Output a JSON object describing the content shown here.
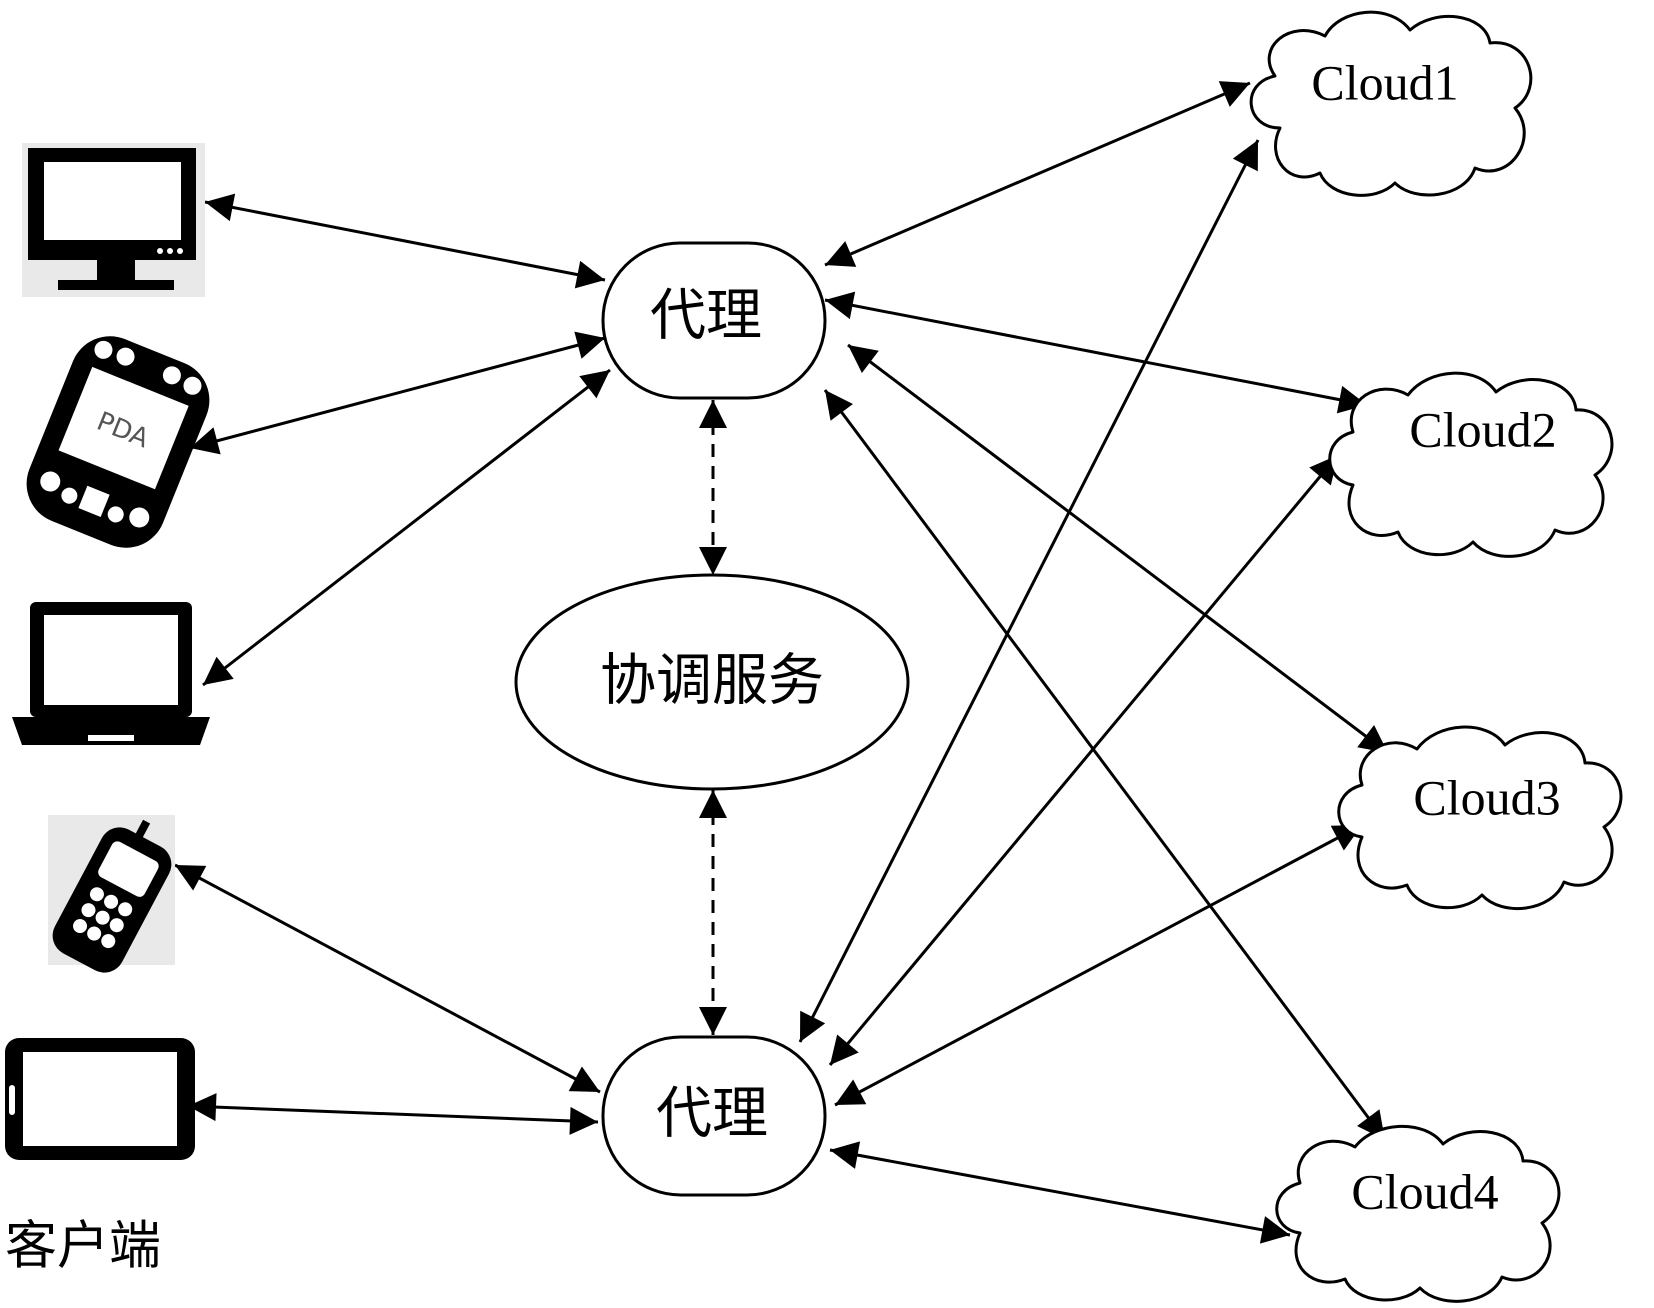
{
  "diagram": {
    "clients_label": "客户端",
    "proxy_top_label": "代理",
    "proxy_bottom_label": "代理",
    "coord_label": "协调服务",
    "pda_text": "PDA",
    "clouds": [
      "Cloud1",
      "Cloud2",
      "Cloud3",
      "Cloud4"
    ],
    "client_devices": [
      {
        "name": "desktop-monitor",
        "icon": "monitor-icon"
      },
      {
        "name": "pda-device",
        "icon": "pda-icon"
      },
      {
        "name": "laptop",
        "icon": "laptop-icon"
      },
      {
        "name": "mobile-phone",
        "icon": "mobile-phone-icon"
      },
      {
        "name": "tablet",
        "icon": "tablet-icon"
      }
    ],
    "connections": [
      {
        "from": "desktop-monitor",
        "to": "proxy-top",
        "style": "solid",
        "arrows": "both"
      },
      {
        "from": "pda-device",
        "to": "proxy-top",
        "style": "solid",
        "arrows": "both"
      },
      {
        "from": "laptop",
        "to": "proxy-top",
        "style": "solid",
        "arrows": "both"
      },
      {
        "from": "mobile-phone",
        "to": "proxy-bottom",
        "style": "solid",
        "arrows": "both"
      },
      {
        "from": "tablet",
        "to": "proxy-bottom",
        "style": "solid",
        "arrows": "both"
      },
      {
        "from": "proxy-top",
        "to": "coordination-service",
        "style": "dashed",
        "arrows": "both"
      },
      {
        "from": "coordination-service",
        "to": "proxy-bottom",
        "style": "dashed",
        "arrows": "both"
      },
      {
        "from": "proxy-top",
        "to": "Cloud1",
        "style": "solid",
        "arrows": "both"
      },
      {
        "from": "proxy-top",
        "to": "Cloud2",
        "style": "solid",
        "arrows": "both"
      },
      {
        "from": "proxy-top",
        "to": "Cloud3",
        "style": "solid",
        "arrows": "both"
      },
      {
        "from": "proxy-top",
        "to": "Cloud4",
        "style": "solid",
        "arrows": "both"
      },
      {
        "from": "proxy-bottom",
        "to": "Cloud1",
        "style": "solid",
        "arrows": "both"
      },
      {
        "from": "proxy-bottom",
        "to": "Cloud2",
        "style": "solid",
        "arrows": "both"
      },
      {
        "from": "proxy-bottom",
        "to": "Cloud3",
        "style": "solid",
        "arrows": "both"
      },
      {
        "from": "proxy-bottom",
        "to": "Cloud4",
        "style": "solid",
        "arrows": "both"
      }
    ],
    "colors": {
      "stroke": "#000000",
      "background": "#ffffff",
      "icon_shade": "#e9e9e9"
    }
  }
}
